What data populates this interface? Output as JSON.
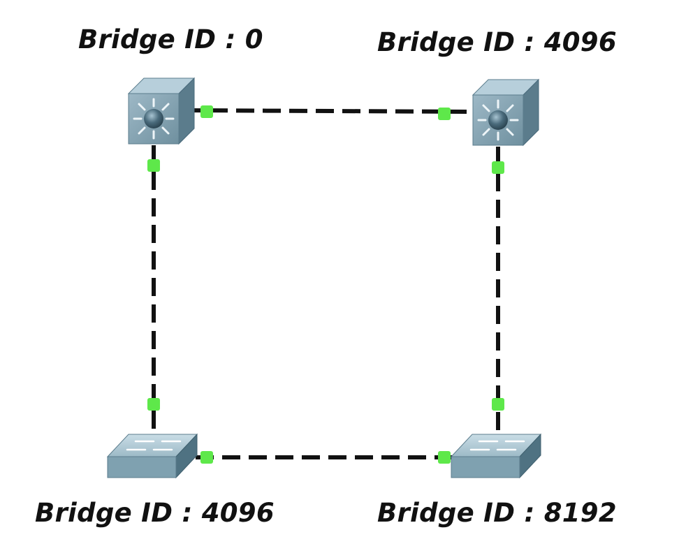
{
  "diagram": {
    "nodes": [
      {
        "id": "sw-top-left",
        "kind": "multilayer-switch",
        "label": "Bridge ID : 0"
      },
      {
        "id": "sw-top-right",
        "kind": "multilayer-switch",
        "label": "Bridge ID : 4096"
      },
      {
        "id": "sw-bottom-left",
        "kind": "access-switch",
        "label": "Bridge ID : 4096"
      },
      {
        "id": "sw-bottom-right",
        "kind": "access-switch",
        "label": "Bridge ID : 8192"
      }
    ],
    "links": [
      {
        "from": "sw-top-left",
        "to": "sw-top-right",
        "style": "dashed"
      },
      {
        "from": "sw-top-left",
        "to": "sw-bottom-left",
        "style": "dashed"
      },
      {
        "from": "sw-top-right",
        "to": "sw-bottom-right",
        "style": "dashed"
      },
      {
        "from": "sw-bottom-left",
        "to": "sw-bottom-right",
        "style": "dashed"
      }
    ],
    "colors": {
      "link": "#111111",
      "port_status": "#5ee84a",
      "switch_face": "#7a9aaa",
      "switch_top": "#b7cfdb",
      "switch_side": "#5b7c8c",
      "label_text": "#111111"
    },
    "icons": {
      "multilayer": "multilayer-switch-icon",
      "access": "access-switch-icon",
      "port": "port-status-icon"
    }
  }
}
